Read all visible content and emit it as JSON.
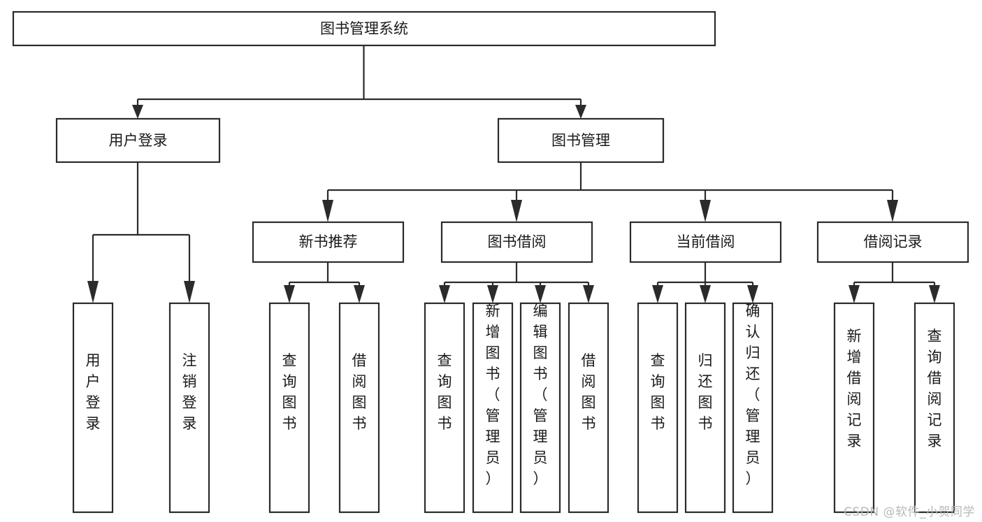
{
  "diagram": {
    "type": "tree-flowchart",
    "title": "图书管理系统",
    "root": {
      "label": "图书管理系统"
    },
    "level2": [
      {
        "label": "用户登录"
      },
      {
        "label": "图书管理"
      }
    ],
    "level3": [
      {
        "label": "新书推荐"
      },
      {
        "label": "图书借阅"
      },
      {
        "label": "当前借阅"
      },
      {
        "label": "借阅记录"
      }
    ],
    "leaves": {
      "user_login": [
        {
          "label": "用户登录"
        },
        {
          "label": "注销登录"
        }
      ],
      "new_book_recommend": [
        {
          "label": "查询图书"
        },
        {
          "label": "借阅图书"
        }
      ],
      "book_borrow": [
        {
          "label": "查询图书"
        },
        {
          "label": "新增图书（管理员）"
        },
        {
          "label": "编辑图书（管理员）"
        },
        {
          "label": "借阅图书"
        }
      ],
      "current_borrow": [
        {
          "label": "查询图书"
        },
        {
          "label": "归还图书"
        },
        {
          "label": "确认归还（管理员）"
        }
      ],
      "borrow_record": [
        {
          "label": "新增借阅记录"
        },
        {
          "label": "查询借阅记录"
        }
      ]
    }
  },
  "watermark": {
    "text": "CSDN @软件_小贺同学"
  },
  "colors": {
    "box_stroke": "#2b2b2b",
    "box_fill": "#ffffff",
    "text": "#1a1a1a",
    "watermark": "#b8b8b8",
    "background": "#ffffff"
  }
}
